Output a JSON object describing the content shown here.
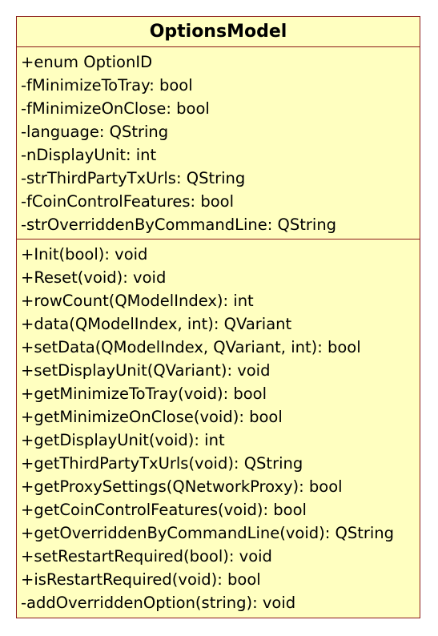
{
  "class_name": "OptionsModel",
  "attributes": [
    "+enum OptionID",
    "-fMinimizeToTray: bool",
    "-fMinimizeOnClose: bool",
    "-language: QString",
    "-nDisplayUnit: int",
    "-strThirdPartyTxUrls: QString",
    "-fCoinControlFeatures: bool",
    "-strOverriddenByCommandLine: QString"
  ],
  "operations": [
    "+Init(bool): void",
    "+Reset(void): void",
    "+rowCount(QModelIndex): int",
    "+data(QModelIndex, int): QVariant",
    "+setData(QModelIndex, QVariant, int): bool",
    "+setDisplayUnit(QVariant): void",
    "+getMinimizeToTray(void): bool",
    "+getMinimizeOnClose(void): bool",
    "+getDisplayUnit(void): int",
    "+getThirdPartyTxUrls(void): QString",
    "+getProxySettings(QNetworkProxy): bool",
    "+getCoinControlFeatures(void): bool",
    "+getOverriddenByCommandLine(void): QString",
    "+setRestartRequired(bool): void",
    "+isRestartRequired(void): bool",
    "-addOverriddenOption(string): void"
  ],
  "colors": {
    "fill": "#ffffc0",
    "border": "#8b1a1a"
  }
}
